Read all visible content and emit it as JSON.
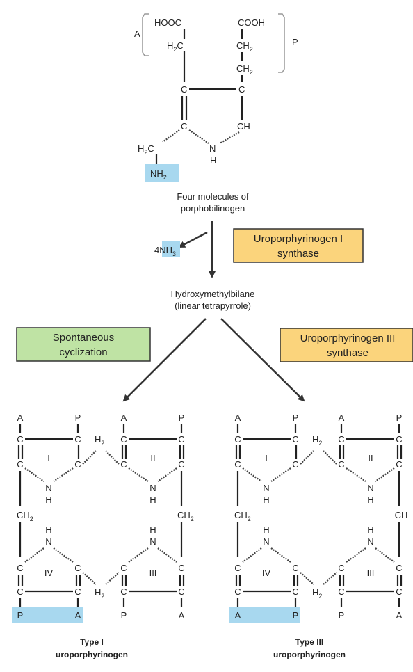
{
  "colors": {
    "highlight_blue": "#a8d8ef",
    "enzyme_orange": "#fbd47c",
    "spontaneous_green": "#bfe3a4"
  },
  "monomer": {
    "side_a": "A",
    "side_p": "P",
    "acetate_group": "HOOC",
    "propionate_group": "COOH",
    "amine": "NH",
    "amine_sub": "2",
    "methylene_h": "H",
    "methylene_sub": "2"
  },
  "labels": {
    "four_molecules": "Four molecules of",
    "porphobilinogen": "porphobilinogen",
    "ammonia_coef": "4NH",
    "ammonia_sub": "3",
    "enzyme1_line1": "Uroporphyrinogen I",
    "enzyme1_line2": "synthase",
    "hmb_line1": "Hydroxymethylbilane",
    "hmb_line2": "(linear tetrapyrrole)",
    "spont_line1": "Spontaneous",
    "spont_line2": "cyclization",
    "enzyme3_line1": "Uroporphyrinogen III",
    "enzyme3_line2": "synthase"
  },
  "type1": {
    "top_labels": [
      "A",
      "P",
      "A",
      "P"
    ],
    "bottom_labels": [
      "P",
      "A",
      "P",
      "A"
    ],
    "rings": [
      "I",
      "II",
      "III",
      "IV"
    ],
    "right_bridge": "CH",
    "title1": "Type I",
    "title2": "uroporphyrinogen"
  },
  "type3": {
    "top_labels": [
      "A",
      "P",
      "A",
      "P"
    ],
    "bottom_labels": [
      "A",
      "P",
      "P",
      "A"
    ],
    "rings": [
      "I",
      "II",
      "III",
      "IV"
    ],
    "right_bridge": "CH",
    "title1": "Type III",
    "title2": "uroporphyrinogen"
  },
  "atoms": {
    "c": "C",
    "n": "N",
    "h": "H",
    "ch": "CH"
  }
}
